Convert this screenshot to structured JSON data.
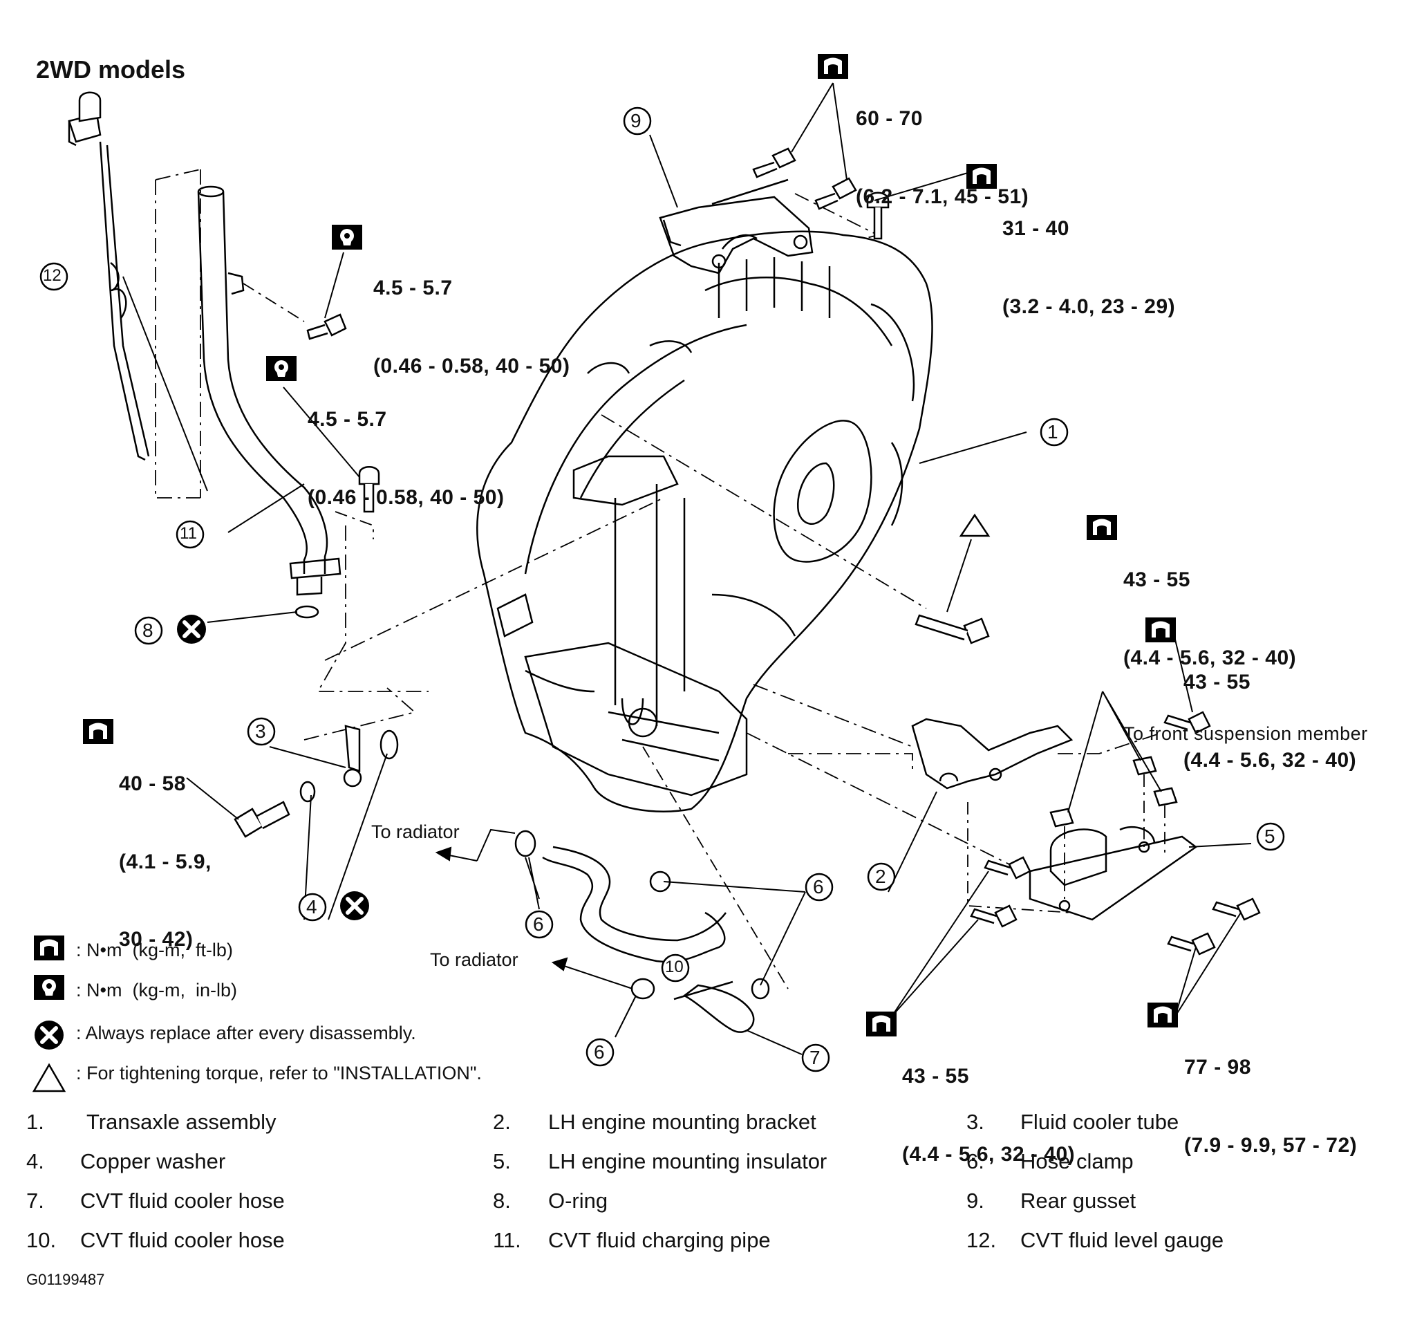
{
  "title": "2WD models",
  "torque_specs": [
    {
      "id": "t1",
      "range": "60 - 70",
      "detail": "(6.2 - 7.1, 45 - 51)"
    },
    {
      "id": "t2",
      "range": "31 - 40",
      "detail": "(3.2 - 4.0, 23 - 29)"
    },
    {
      "id": "t3",
      "range": "4.5 - 5.7",
      "detail": "(0.46 - 0.58, 40 - 50)"
    },
    {
      "id": "t4",
      "range": "4.5 - 5.7",
      "detail": "(0.46 - 0.58, 40 - 50)"
    },
    {
      "id": "t5",
      "range": "43 - 55",
      "detail": "(4.4 - 5.6, 32 - 40)",
      "note": "To front suspension member"
    },
    {
      "id": "t6",
      "range": "43 - 55",
      "detail": "(4.4 - 5.6, 32 - 40)"
    },
    {
      "id": "t7",
      "range": "40 - 58",
      "detail": "(4.1 - 5.9,",
      "detail2": "30 - 42)"
    },
    {
      "id": "t8",
      "range": "43 - 55",
      "detail": "(4.4 - 5.6, 32 - 40)"
    },
    {
      "id": "t9",
      "range": "77 - 98",
      "detail": "(7.9 - 9.9, 57 - 72)"
    }
  ],
  "callouts": [
    "9",
    "1",
    "12",
    "11",
    "8",
    "3",
    "4",
    "6",
    "6",
    "6",
    "10",
    "7",
    "2",
    "5"
  ],
  "annotations": {
    "to_radiator_1": "To radiator",
    "to_radiator_2": "To radiator"
  },
  "legend": [
    {
      "symbol": "torque-wrench-icon",
      "text": ": N•m  (kg-m,  ft-lb)"
    },
    {
      "symbol": "torque-wrench-inverse-icon",
      "text": ": N•m  (kg-m,  in-lb)"
    },
    {
      "symbol": "replace-x-icon",
      "text": ": Always replace after every disassembly."
    },
    {
      "symbol": "triangle-icon",
      "text": ": For tightening torque, refer to \"INSTALLATION\"."
    }
  ],
  "parts": [
    {
      "num": "1.",
      "name": "Transaxle assembly"
    },
    {
      "num": "2.",
      "name": "LH engine mounting bracket"
    },
    {
      "num": "3.",
      "name": "Fluid cooler tube"
    },
    {
      "num": "4.",
      "name": "Copper washer"
    },
    {
      "num": "5.",
      "name": "LH engine mounting insulator"
    },
    {
      "num": "6.",
      "name": "Hose clamp"
    },
    {
      "num": "7.",
      "name": "CVT fluid cooler hose"
    },
    {
      "num": "8.",
      "name": "O-ring"
    },
    {
      "num": "9.",
      "name": "Rear gusset"
    },
    {
      "num": "10.",
      "name": "CVT fluid cooler hose"
    },
    {
      "num": "11.",
      "name": "CVT fluid charging pipe"
    },
    {
      "num": "12.",
      "name": "CVT fluid level gauge"
    }
  ],
  "figure_code": "G01199487"
}
